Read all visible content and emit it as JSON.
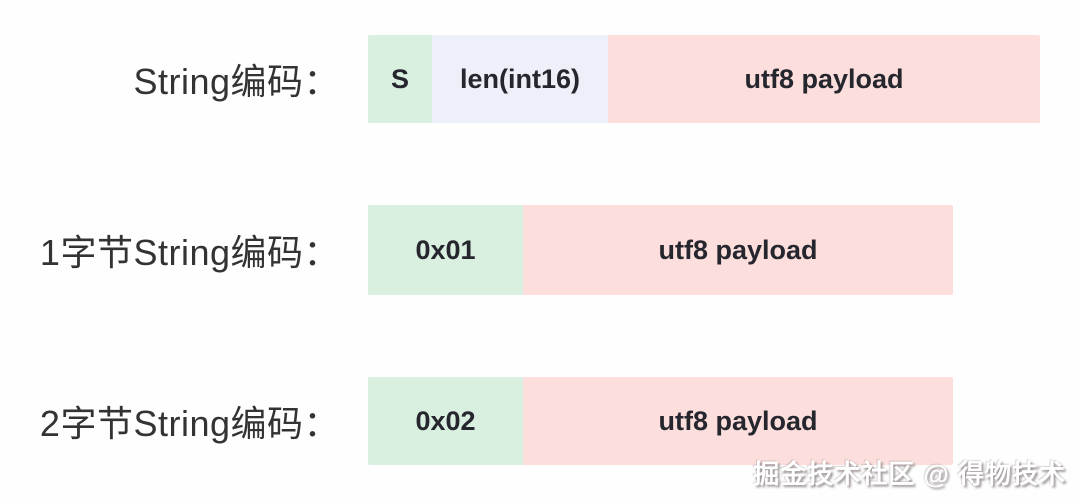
{
  "colors": {
    "background": "#fefefe",
    "segment_green": "#d9efe0",
    "segment_lavender": "#edf0f8",
    "segment_pink": "#fcdfdc",
    "label_text": "#333333",
    "segment_text": "#26262e",
    "watermark_text": "#ffffff"
  },
  "rows": [
    {
      "label": "String编码：",
      "segments": [
        {
          "text": "S",
          "color": "#d9efe0"
        },
        {
          "text": "len(int16)",
          "color": "#edf0f8"
        },
        {
          "text": "utf8 payload",
          "color": "#fcdfdc"
        }
      ]
    },
    {
      "label": "1字节String编码：",
      "segments": [
        {
          "text": "0x01",
          "color": "#d9efe0"
        },
        {
          "text": "utf8 payload",
          "color": "#fcdfdc"
        }
      ]
    },
    {
      "label": "2字节String编码：",
      "segments": [
        {
          "text": "0x02",
          "color": "#d9efe0"
        },
        {
          "text": "utf8 payload",
          "color": "#fcdfdc"
        }
      ]
    }
  ],
  "watermark": {
    "text": "掘金技术社区 @ 得物技术"
  }
}
